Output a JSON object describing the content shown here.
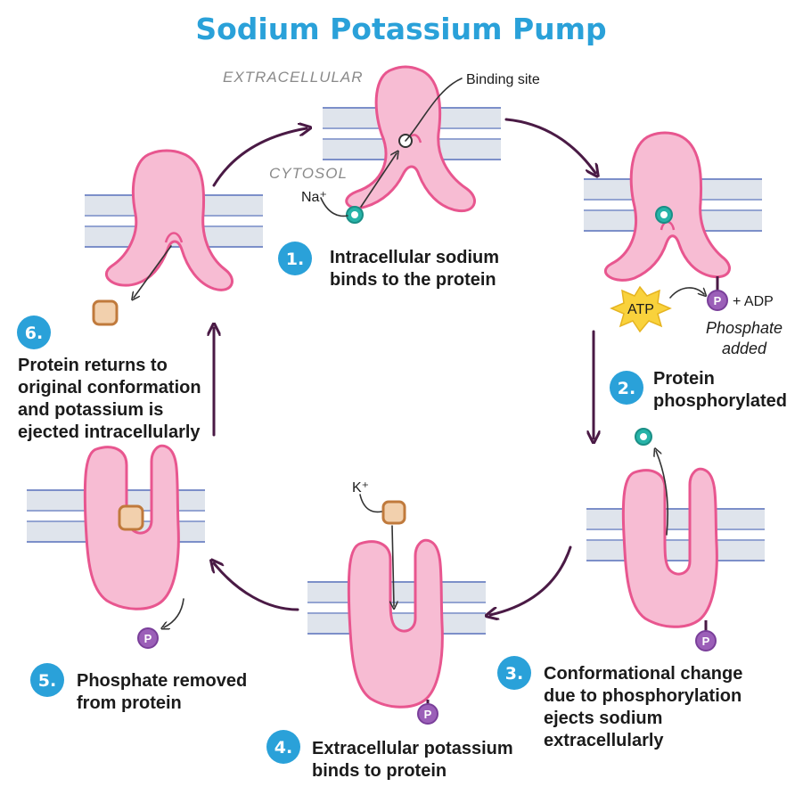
{
  "title": "Sodium Potassium Pump",
  "labels": {
    "extracellular": "EXTRACELLULAR",
    "cytosol": "CYTOSOL",
    "binding_site": "Binding site",
    "na": "Na⁺",
    "k": "K⁺",
    "atp": "ATP",
    "adp": "+ ADP",
    "phosphate_added_1": "Phosphate",
    "phosphate_added_2": "added",
    "p": "P"
  },
  "steps": [
    {
      "num": "1.",
      "lines": [
        "Intracellular sodium",
        "binds to the protein"
      ]
    },
    {
      "num": "2.",
      "lines": [
        "Protein",
        "phosphorylated"
      ]
    },
    {
      "num": "3.",
      "lines": [
        "Conformational change",
        "due to phosphorylation",
        "ejects sodium",
        "extracellularly"
      ]
    },
    {
      "num": "4.",
      "lines": [
        "Extracellular potassium",
        "binds to protein"
      ]
    },
    {
      "num": "5.",
      "lines": [
        "Phosphate removed",
        "from protein"
      ]
    },
    {
      "num": "6.",
      "lines": [
        "Protein returns to",
        "original conformation",
        "and potassium is",
        "ejected intracellularly"
      ]
    }
  ],
  "colors": {
    "title": "#2aa1d9",
    "badge": "#2aa1d9",
    "protein_fill": "#f7bcd3",
    "protein_stroke": "#e8568f",
    "arrow": "#4a1a45",
    "sodium": "#27b3a8",
    "potassium": "#c07a3c",
    "phosphate": "#9b5fb8",
    "atp_burst": "#f9d23c"
  }
}
